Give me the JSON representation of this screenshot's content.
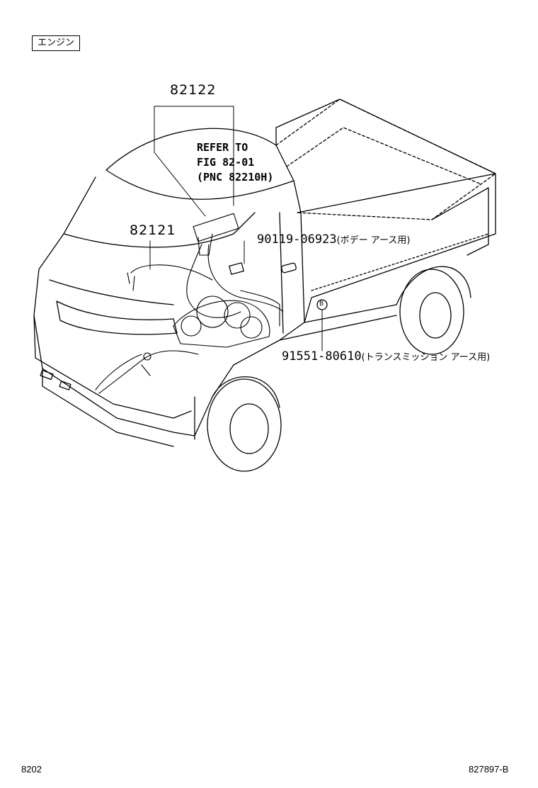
{
  "section_tag": "エンジン",
  "callouts": {
    "harness_upper": "82122",
    "harness_main": "82121",
    "refer_line1": "REFER TO",
    "refer_line2": "FIG 82-01",
    "refer_line3": "(PNC 82210H)",
    "bolt_pn": "90119-06923",
    "bolt_desc": "(ボデー アース用)",
    "ground_pn": "91551-80610",
    "ground_desc": "(トランスミッション アース用)",
    "ground_marker": "B"
  },
  "footer": {
    "page_code": "8202",
    "illustration_code": "827897-B"
  }
}
